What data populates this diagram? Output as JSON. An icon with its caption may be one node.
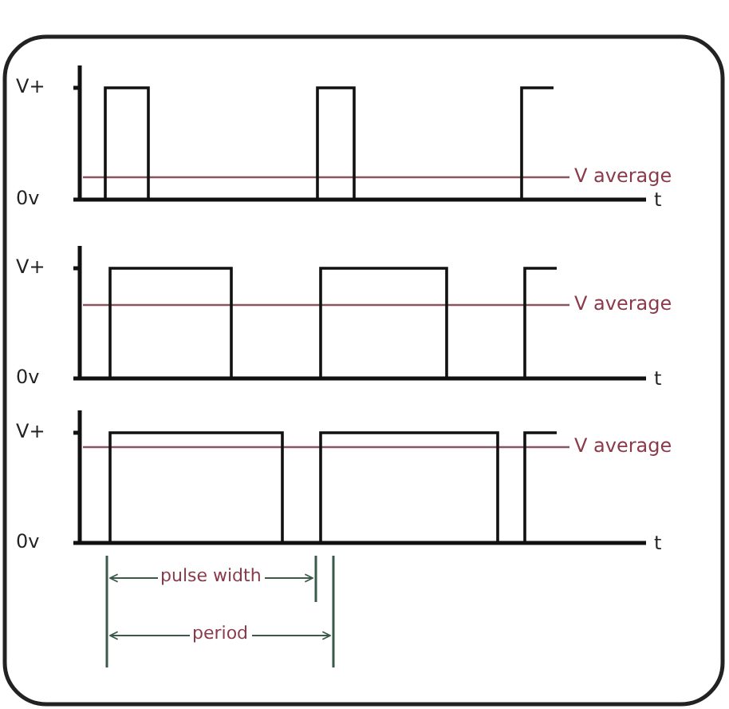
{
  "diagram": {
    "labels": [
      "V+",
      "V average",
      "0v",
      "t",
      "V+",
      "V average",
      "0v",
      "t",
      "V+",
      "V average",
      "0v",
      "t",
      "pulse width",
      "period"
    ]
  }
}
